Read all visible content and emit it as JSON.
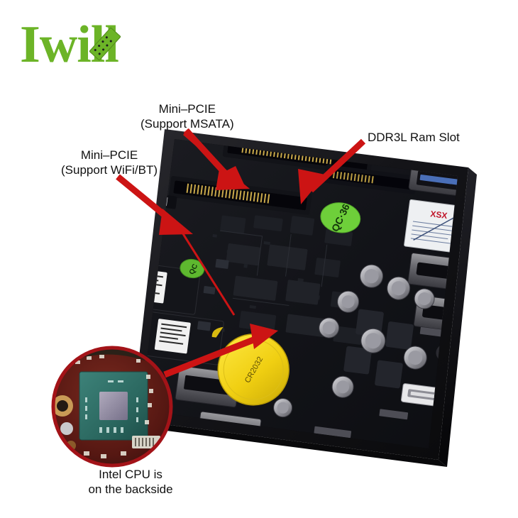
{
  "image": {
    "kind": "product-photo",
    "subject": "Iwill mini PC motherboard inside black chassis, angled top-down view",
    "background_color": "#ffffff"
  },
  "brand": {
    "logo_text": "Iwill",
    "logo_color": "#6CB427",
    "logo_icon": "pcb-chip-icon"
  },
  "callouts": [
    {
      "id": "msata",
      "line1": "Mini–PCIE",
      "line2": "(Support MSATA)",
      "arrow_color": "#CC1414"
    },
    {
      "id": "wifi",
      "line1": "Mini–PCIE",
      "line2": "(Support WiFi/BT)",
      "arrow_color": "#CC1414"
    },
    {
      "id": "ddr3l",
      "line1": "DDR3L Ram Slot",
      "line2": "",
      "arrow_color": "#CC1414"
    },
    {
      "id": "cpu",
      "line1": "Intel CPU is",
      "line2": "on the backside",
      "arrow_color": "#CC1414"
    }
  ],
  "board": {
    "chassis_color": "#131317",
    "pcb_color": "#15161a",
    "qc_sticker_label": "QC·36",
    "qc_sticker_color": "#6ECF3A",
    "battery_label": "CR2032",
    "battery_color": "#F2D51C",
    "white_label_color": "#f2f2f2",
    "white_label_text": "XSX",
    "standoff_color": "#b7932f",
    "components": [
      "mini-pcie-slot-msata",
      "mini-pcie-slot-wifi",
      "ddr3l-so-dimm-slot",
      "usb3-port-stack",
      "hdmi-port",
      "vga-port",
      "lan-port-1",
      "lan-port-2",
      "sata-connector",
      "cmos-battery",
      "electrolytic-capacitors",
      "antenna-hole",
      "qc-sticker"
    ]
  },
  "inset": {
    "shape": "circle",
    "border_color": "#A31318",
    "pcb_color": "#5E1A14",
    "chip_color": "#2E6B63",
    "die_color": "#8E8AA0",
    "caption_line1": "Intel CPU is",
    "caption_line2": "on the backside"
  }
}
